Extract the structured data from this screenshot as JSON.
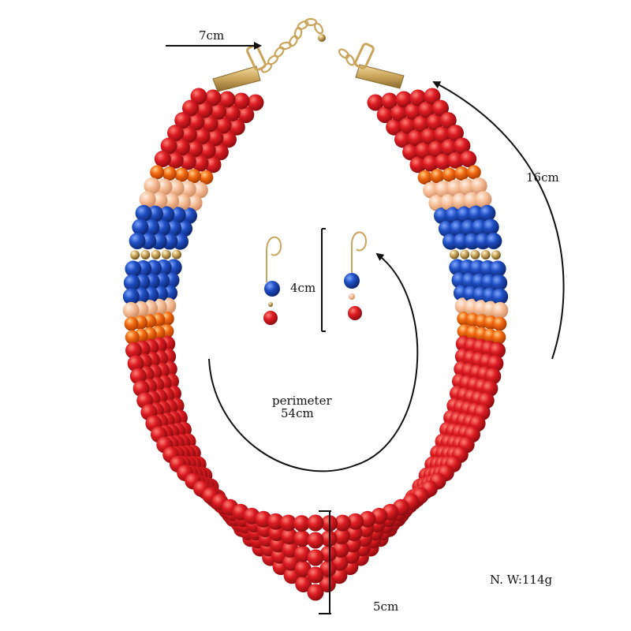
{
  "product": {
    "name": "multi-strand beaded necklace and earring set",
    "colors": {
      "red": "#d81a1f",
      "royal_blue": "#1f4fc4",
      "peach": "#f6bd97",
      "orange_crystal": "#f26a12",
      "gold": "#c9a45a"
    }
  },
  "dimensions": {
    "chain_extension": "7cm",
    "side_length": "16cm",
    "earring_length": "4cm",
    "perimeter_label": "perimeter",
    "perimeter_value": "54cm",
    "front_width": "5cm",
    "net_weight": "N. W:114g"
  }
}
